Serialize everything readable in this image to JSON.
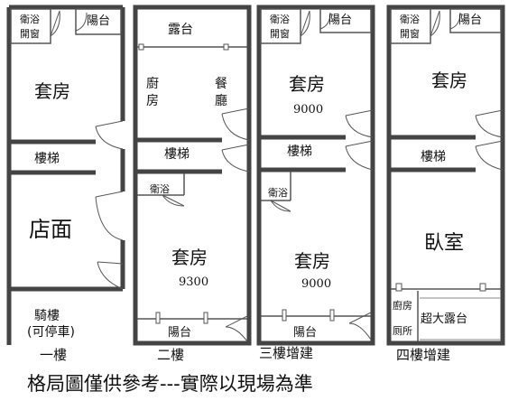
{
  "floors": [
    {
      "name": "一樓",
      "rooms": {
        "bath": "衛浴",
        "window": "開窗",
        "balcony": "陽台",
        "suite": "套房",
        "stairs": "樓梯",
        "shop": "店面",
        "arcade": "騎樓",
        "parking": "(可停車)"
      }
    },
    {
      "name": "二樓",
      "rooms": {
        "terrace": "露台",
        "kitchen_a": "廚",
        "kitchen_b": "房",
        "dining_a": "餐",
        "dining_b": "廳",
        "stairs": "樓梯",
        "bath": "衛浴",
        "suite": "套房",
        "area": "9300",
        "balcony": "陽台"
      }
    },
    {
      "name": "三樓增建",
      "rooms": {
        "bath": "衛浴",
        "window": "開窗",
        "balcony": "陽台",
        "suite": "套房",
        "area": "9000",
        "stairs": "樓梯",
        "bath2": "衛浴",
        "suite2": "套房",
        "area2": "9000",
        "balcony2": "陽台"
      }
    },
    {
      "name": "四樓增建",
      "rooms": {
        "bath": "衛浴",
        "window": "開窗",
        "balcony": "陽台",
        "suite": "套房",
        "stairs": "樓梯",
        "bedroom": "臥室",
        "kitchen": "廚房",
        "toilet": "厕所",
        "terrace": "超大露台"
      }
    }
  ],
  "caption": "格局圖僅供參考---實際以現場為準"
}
